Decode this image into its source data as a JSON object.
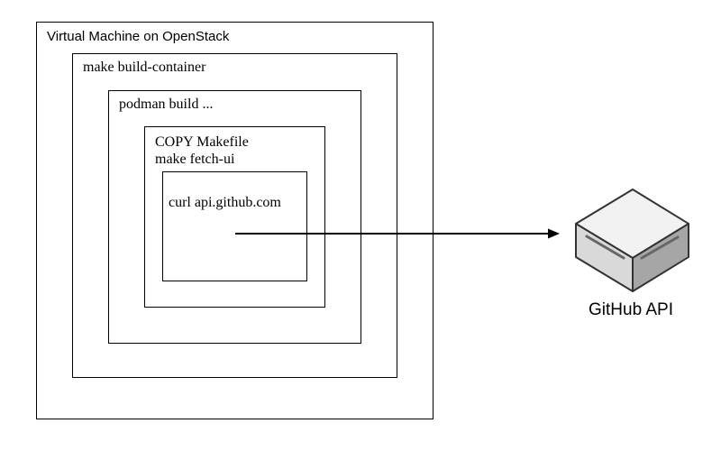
{
  "boxes": {
    "virtual_machine": "Virtual Machine on OpenStack",
    "make_build_container": "make build-container",
    "podman_build": "podman build ...",
    "copy_makefile": "COPY Makefile",
    "make_fetch_ui": "make fetch-ui",
    "curl": "curl api.github.com"
  },
  "endpoint": {
    "label": "GitHub API",
    "icon": "server-icon"
  }
}
